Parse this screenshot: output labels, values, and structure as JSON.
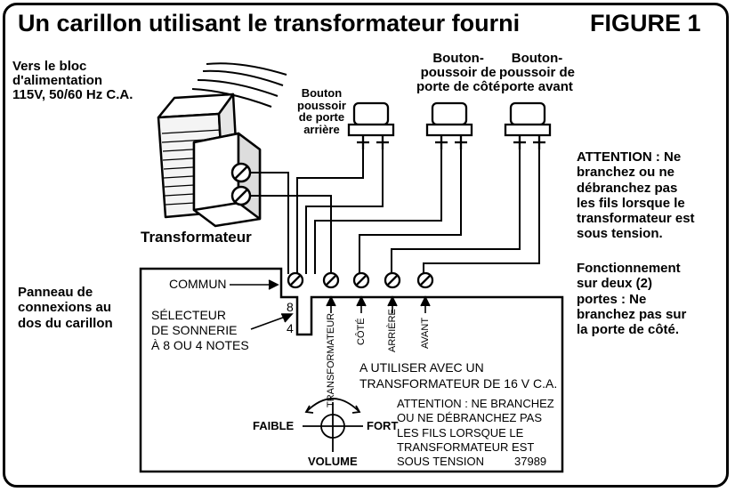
{
  "title": "Un carillon utilisant le transformateur fourni",
  "figure_label": "FIGURE 1",
  "power": {
    "line1": "Vers le bloc",
    "line2": "d'alimentation",
    "line3": "115V, 50/60 Hz C.A."
  },
  "transformer_label": "Transformateur",
  "rear_button": {
    "line1": "Bouton",
    "line2": "poussoir",
    "line3": "de porte",
    "line4": "arrière"
  },
  "side_button": {
    "line1": "Bouton-",
    "line2": "poussoir de",
    "line3": "porte de côté"
  },
  "front_button": {
    "line1": "Bouton-",
    "line2": "poussoir de",
    "line3": "porte avant"
  },
  "warning_right": {
    "line1": "ATTENTION : Ne",
    "line2": "branchez ou ne",
    "line3": "débranchez pas",
    "line4": "les fils lorsque le",
    "line5": "transformateur est",
    "line6": "sous tension."
  },
  "two_doors": {
    "line1": "Fonctionnement",
    "line2": "sur deux (2)",
    "line3": "portes : Ne",
    "line4": "branchez pas sur",
    "line5": "la porte de côté."
  },
  "panel_label": {
    "line1": "Panneau de",
    "line2": "connexions au",
    "line3": "dos du carillon"
  },
  "panel": {
    "common": "COMMUN",
    "selector1": "SÉLECTEUR",
    "selector2": "DE SONNERIE",
    "selector3": "À 8 OU 4 NOTES",
    "eight": "8",
    "four": "4",
    "terminal_transformer": "TRANSFORMATEUR",
    "terminal_side": "CÔTÉ",
    "terminal_rear": "ARRIÈRE",
    "terminal_front": "AVANT",
    "use_with1": "A UTILISER AVEC UN",
    "use_with2": "TRANSFORMATEUR DE 16 V C.A.",
    "warn1": "ATTENTION : NE BRANCHEZ",
    "warn2": "OU NE DÉBRANCHEZ PAS",
    "warn3": "LES FILS LORSQUE LE",
    "warn4": "TRANSFORMATEUR EST",
    "warn5": "SOUS TENSION",
    "code": "37989",
    "low": "FAIBLE",
    "high": "FORT",
    "volume": "VOLUME"
  }
}
